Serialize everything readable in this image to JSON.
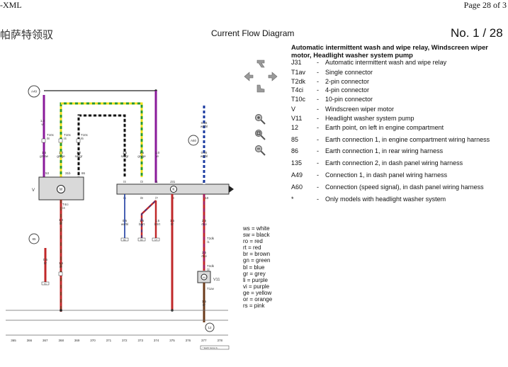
{
  "header": {
    "doc_tag": "-XML",
    "page_label": "Page 28 of 3",
    "vehicle_name": "帕萨特领驭",
    "diagram_title": "Current Flow Diagram",
    "diagram_number": "No.  1 / 28"
  },
  "legend": {
    "heading": "Automatic intermittent wash and wipe relay, Windscreen wiper motor, Headlight washer system pump",
    "items": [
      {
        "code": "J31",
        "desc": "Automatic intermittent wash and wipe relay"
      },
      {
        "code": "T1av",
        "desc": "Single connector"
      },
      {
        "code": "T2dk",
        "desc": "2-pin connector"
      },
      {
        "code": "T4ci",
        "desc": "4-pin connector"
      },
      {
        "code": "T10c",
        "desc": "10-pin connector"
      },
      {
        "code": "V",
        "desc": "Windscreen wiper motor"
      },
      {
        "code": "V11",
        "desc": "Headlight washer system pump"
      },
      {
        "code": "12",
        "desc": "Earth point, on left in engine compartment"
      },
      {
        "code": "85",
        "desc": "Earth connection 1, in engine compartment wiring harness"
      },
      {
        "code": "86",
        "desc": "Earth connection 1, in rear wiring harness"
      },
      {
        "code": "135",
        "desc": "Earth connection 2, in dash panel wiring harness"
      },
      {
        "code": "A49",
        "desc": "Connection 1, in dash panel wiring harness"
      },
      {
        "code": "A60",
        "desc": "Connection (speed signal), in dash panel wiring harness"
      },
      {
        "code": "*",
        "desc": "Only models with headlight washer system"
      }
    ]
  },
  "color_key": [
    "ws = white",
    "sw = black",
    "ro = red",
    "rt = red",
    "br = brown",
    "gn = green",
    "bl = blue",
    "gr = grey",
    "li = purple",
    "vi = purple",
    "ge = yellow",
    "or = orange",
    "rs = pink"
  ],
  "schematic": {
    "components": {
      "wiper_motor": "V",
      "relay": "J31",
      "relay_symbol": "K",
      "pump": "V11",
      "earth_point": "12",
      "node_a49": "A49",
      "node_a60": "A60",
      "node_85": "85"
    },
    "wire_labels": {
      "w_a49_top": "1.0\nvi",
      "w_a49_bot": "1.5\ngn/sw",
      "w_green_yellow": "1.0\ngn/ge",
      "w_black_white": "1.0\nsw/gr",
      "w_relay_bw": "1.5\nsw/gr",
      "w_relay_gy": "1.5\ngn/ge",
      "w_relay_vi": "1.0\nvi",
      "w_blue_top": "0.35\nws/bl",
      "w_blue_bot": "0.35\nws/bl",
      "w_motor_bot": "1.0\nbr",
      "w_85": "0.5\nbr",
      "w_motor_low": "1.5\nbr",
      "w_b1": "0.5\nws/bl",
      "w_b2": "1.5\nbr/rt",
      "w_b3": "1.5\nbr/rt",
      "w_b4": "1.5\nbr",
      "w_pump_top": "2.5\nrt/vi",
      "w_pump_mid": "2.5\nrt/vi",
      "w_pump_bot": "1.5\nbr"
    },
    "pin_labels": {
      "t10c_a": "T10c\n/8",
      "t10c_b": "T10c\n/4",
      "t10c_c": "T10c\n/6",
      "pin_53": "53",
      "pin_31b": "31b",
      "pin_86": "86",
      "relay_p1": "/4",
      "relay_p2": "/3",
      "relay_p3": "/1",
      "relay_p4": "/2",
      "relay_p5": "/5",
      "relay_b1": "/6",
      "relay_b2": "/8",
      "relay_b3": "/7",
      "relay_b4": "/9",
      "relay_b5": "/10",
      "t4ci": "T4ci\n/4",
      "t2dk_a": "T2dk\n/1",
      "t2dk_b": "T2dk\n/2",
      "t1av": "T1av"
    },
    "ground_refs": [
      "A1",
      "B2",
      "B3",
      "C4",
      "D1"
    ],
    "ground_note": "* Earth below fu...",
    "track_numbers": [
      "365",
      "366",
      "367",
      "368",
      "369",
      "370",
      "371",
      "372",
      "373",
      "374",
      "375",
      "376",
      "377",
      "378"
    ]
  }
}
